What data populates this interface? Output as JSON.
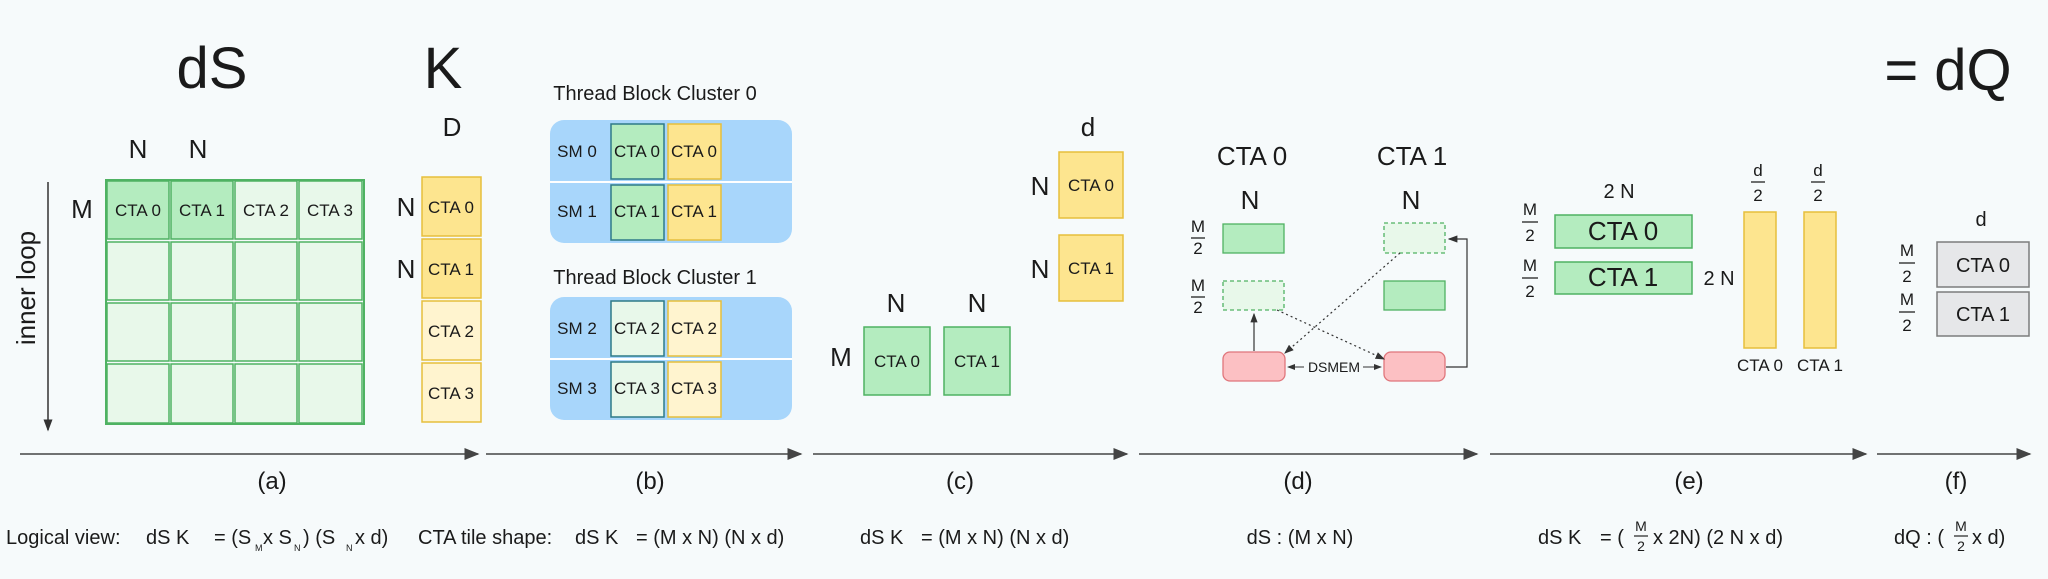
{
  "titles": {
    "dS": "dS",
    "K": "K",
    "dQ": "= dQ"
  },
  "colors": {
    "green": "#b4ecbf",
    "green_light": "#e8f8ea",
    "green_stroke": "#4fb262",
    "yellow": "#fde58f",
    "yellow_light": "#fff4cf",
    "yellow_stroke": "#e6bf3c",
    "blue": "#a8d6fb",
    "red": "#fcc0c3",
    "red_stroke": "#e0757b",
    "gray": "#e6e7e9",
    "gray_stroke": "#7c7c7c"
  },
  "panel_a": {
    "inner_loop": "inner loop",
    "n_label": "N",
    "m_label": "M",
    "d_label": "D",
    "ds_tiles": [
      "CTA 0",
      "CTA 1",
      "CTA 2",
      "CTA 3"
    ],
    "k_tiles": [
      "CTA 0",
      "CTA 1",
      "CTA 2",
      "CTA 3"
    ]
  },
  "panel_b": {
    "clusters": [
      {
        "title": "Thread Block Cluster 0",
        "rows": [
          {
            "sm": "SM 0",
            "ds": "CTA 0",
            "k": "CTA 0"
          },
          {
            "sm": "SM 1",
            "ds": "CTA 1",
            "k": "CTA 1"
          }
        ]
      },
      {
        "title": "Thread Block Cluster 1",
        "rows": [
          {
            "sm": "SM 2",
            "ds": "CTA 2",
            "k": "CTA 2"
          },
          {
            "sm": "SM 3",
            "ds": "CTA 3",
            "k": "CTA 3"
          }
        ]
      }
    ]
  },
  "panel_c": {
    "n_label": "N",
    "m_label": "M",
    "d_label": "d",
    "ds_tiles": [
      "CTA 0",
      "CTA 1"
    ],
    "k_tiles": [
      "CTA 0",
      "CTA 1"
    ]
  },
  "panel_d": {
    "cta0": "CTA 0",
    "cta1": "CTA 1",
    "n_label": "N",
    "m_num": "M",
    "m_den": "2",
    "dsmem": "DSMEM"
  },
  "panel_e": {
    "two_n": "2 N",
    "m_num": "M",
    "m_den": "2",
    "d_num": "d",
    "d_den": "2",
    "ds_tiles": [
      "CTA 0",
      "CTA 1"
    ],
    "k_tiles": [
      "CTA 0",
      "CTA 1"
    ]
  },
  "panel_f": {
    "d_label": "d",
    "m_num": "M",
    "m_den": "2",
    "tiles": [
      "CTA 0",
      "CTA 1"
    ]
  },
  "captions": [
    "(a)",
    "(b)",
    "(c)",
    "(d)",
    "(e)",
    "(f)"
  ],
  "equations": {
    "logical_view": "Logical view:",
    "dsk": "dS K",
    "eq_a_sm": "M",
    "eq_a_sn": "N",
    "eq_a_sn2": "N",
    "cta_tile_shape": "CTA tile shape:",
    "eq_b_rhs": "= (M x N)  (N x d)",
    "eq_c_rhs": "= (M x N)  (N x d)",
    "eq_d": "dS : (M x N)",
    "eq_e_pre": "= (",
    "eq_e_post": "x 2N)  (2 N x d)",
    "eq_f_pre": "dQ : (",
    "eq_f_post": "x d)"
  }
}
